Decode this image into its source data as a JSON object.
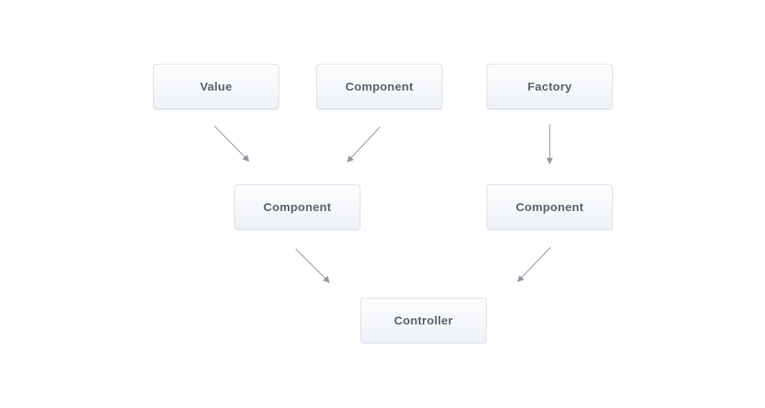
{
  "diagram": {
    "type": "flowchart",
    "background_color": "#ffffff",
    "arrow_color": "#8e99a6",
    "box_style": {
      "fill_top": "#fcfdfe",
      "fill_bottom": "#edf1f6",
      "border_color": "#d9e0ea",
      "text_color": "#57616e"
    },
    "nodes": [
      {
        "id": "value",
        "label": "Value"
      },
      {
        "id": "component-top",
        "label": "Component"
      },
      {
        "id": "factory",
        "label": "Factory"
      },
      {
        "id": "component-left",
        "label": "Component"
      },
      {
        "id": "component-right",
        "label": "Component"
      },
      {
        "id": "controller",
        "label": "Controller"
      }
    ],
    "edges": [
      {
        "from": "value",
        "to": "component-left"
      },
      {
        "from": "component-top",
        "to": "component-left"
      },
      {
        "from": "factory",
        "to": "component-right"
      },
      {
        "from": "component-left",
        "to": "controller"
      },
      {
        "from": "component-right",
        "to": "controller"
      }
    ]
  }
}
